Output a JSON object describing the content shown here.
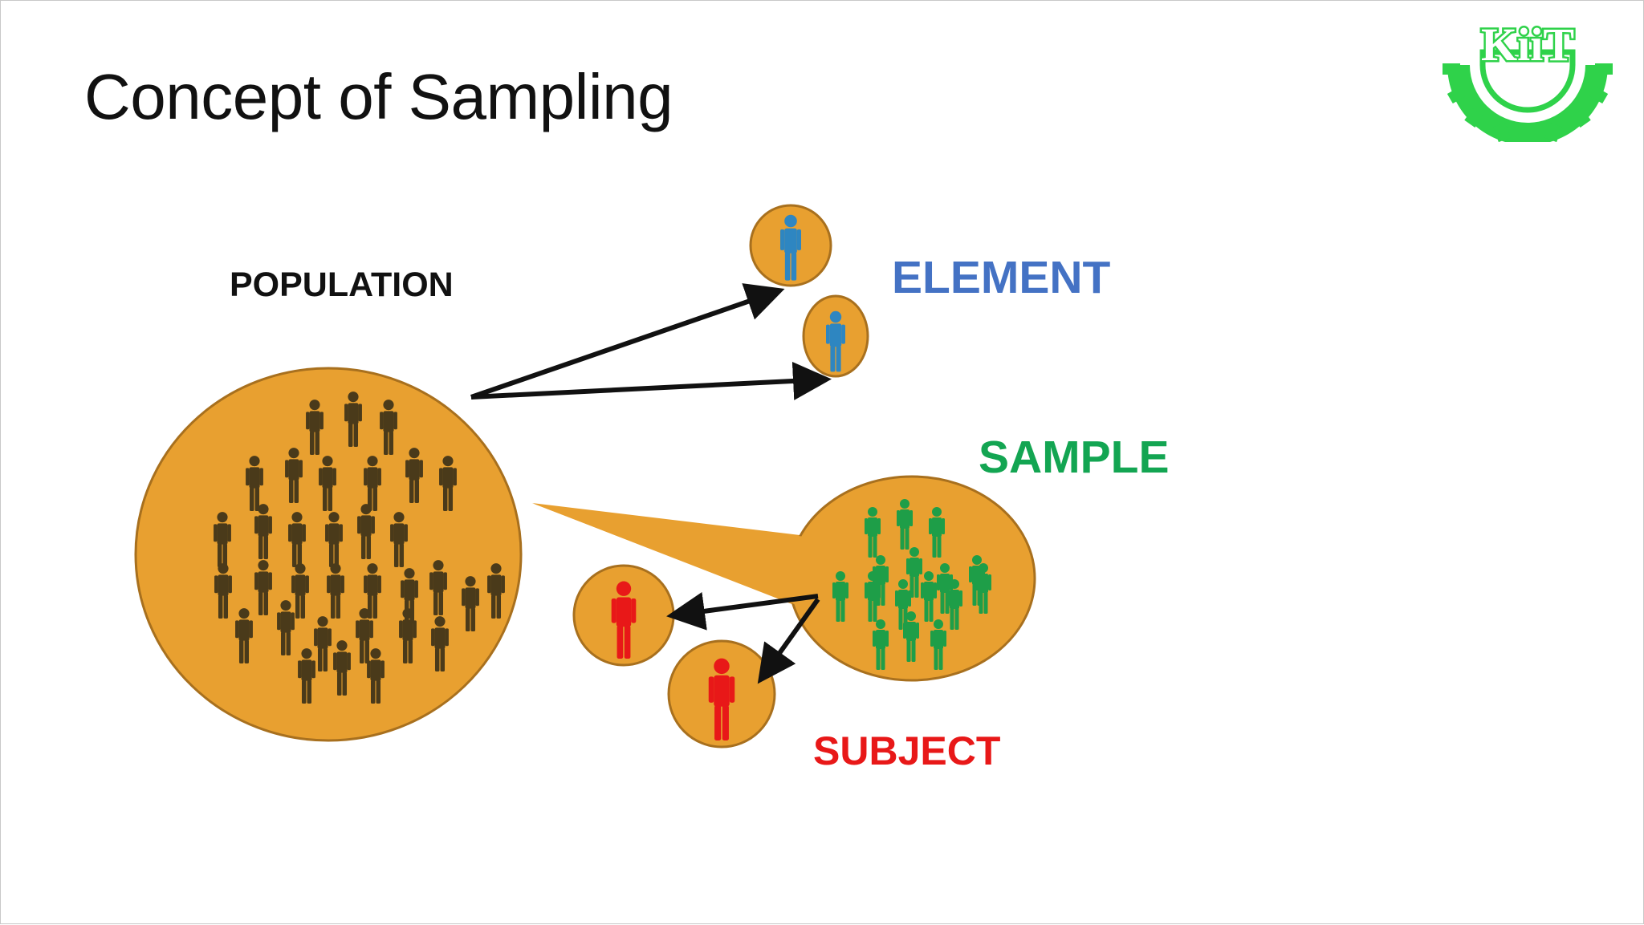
{
  "slide": {
    "title": "Concept of Sampling"
  },
  "labels": {
    "population": "POPULATION",
    "element": "ELEMENT",
    "sample": "SAMPLE",
    "subject": "SUBJECT"
  },
  "colors": {
    "circle_fill": "#E8A030",
    "circle_edge": "#A8701E",
    "population_people": "#4A3A1A",
    "element_people": "#2E86C1",
    "sample_people": "#1E9E48",
    "subject_people": "#E81818",
    "element_label": "#4472C4",
    "sample_label": "#13A552",
    "subject_label": "#E81818",
    "arrow": "#111111",
    "logo_green": "#2FD24A"
  },
  "logo": {
    "text": "KiiT",
    "icon": "kiit-university-logo"
  }
}
